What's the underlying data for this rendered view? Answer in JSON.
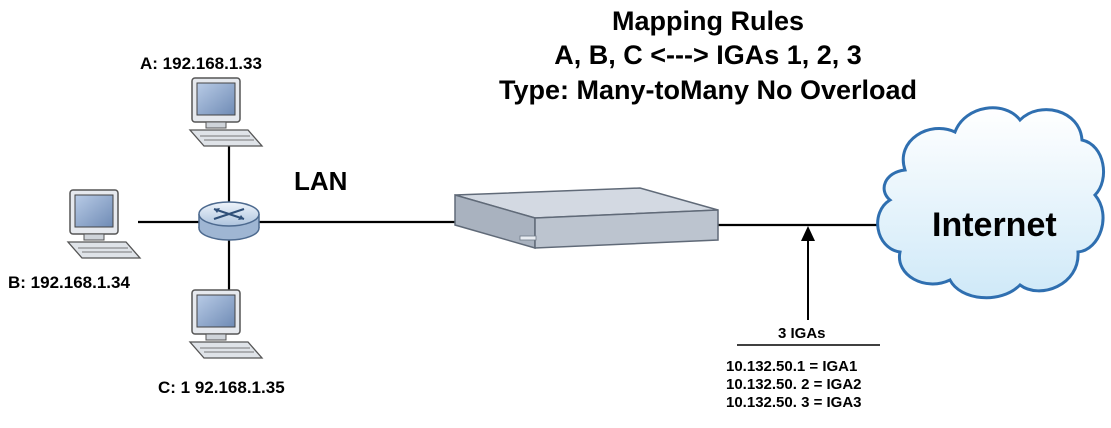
{
  "title": {
    "line1": "Mapping Rules",
    "line2": "A, B, C <---> IGAs 1, 2, 3",
    "line3": "Type: Many-toMany No Overload"
  },
  "hosts": {
    "a": "A: 192.168.1.33",
    "b": "B: 192.168.1.34",
    "c": "C: 1 92.168.1.35"
  },
  "lan_label": "LAN",
  "internet_label": "Internet",
  "igas": {
    "header": "3 IGAs",
    "mappings": [
      "10.132.50.1 = IGA1",
      "10.132.50. 2 = IGA2",
      "10.132.50. 3 = IGA3"
    ]
  },
  "icons": {
    "computers": [
      "computer-a-icon",
      "computer-b-icon",
      "computer-c-icon"
    ],
    "hub": "switch-hub-icon",
    "gateway": "gateway-device-icon",
    "cloud": "internet-cloud-icon"
  },
  "colors": {
    "cloud_fill": "#dff1fb",
    "cloud_stroke": "#2f6fb0",
    "device_top": "#c9d1dc",
    "device_front": "#9fa9b7",
    "monitor_screen": "#8fa6c8",
    "hub_fill": "#d7e3f1"
  }
}
